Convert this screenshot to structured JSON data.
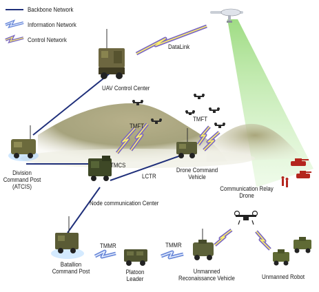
{
  "legend": {
    "backbone": "Backbone Network",
    "information": "Information Network",
    "control": "Control Network"
  },
  "labels": {
    "datalink": "DataLink",
    "uav_control_center": "UAV Control Center",
    "tmft1": "TMFT",
    "tmft2": "TMFT",
    "tmcs": "TMCS",
    "lctr": "LCTR",
    "drone_command_vehicle": "Drone  Command\nVehicle",
    "division_command_post": "Division\nCommand Post\n(ATCIS)",
    "node_communication_center": "Node communication Center",
    "communication_relay_drone": "Communication Relay\nDrone",
    "tmmr1": "TMMR",
    "tmmr2": "TMMR",
    "batallion_command_post": "Batallion\nCommand Post",
    "platoon_leader": "Platoon\nLeader",
    "unmanned_reconaissance_vehicle": "Unmanned\nReconaissance Vehicle",
    "unmanned_robot": "Unmanned Robot"
  },
  "colors": {
    "backbone": "#1f2f7a",
    "information_outer": "#6a88d8",
    "information_inner": "#e6efff",
    "control_outer": "#7b68c4",
    "control_inner": "#fff26a",
    "vehicle": "#4c5a30",
    "beam": "#8fd96a",
    "terrain": "#9b9a72"
  }
}
